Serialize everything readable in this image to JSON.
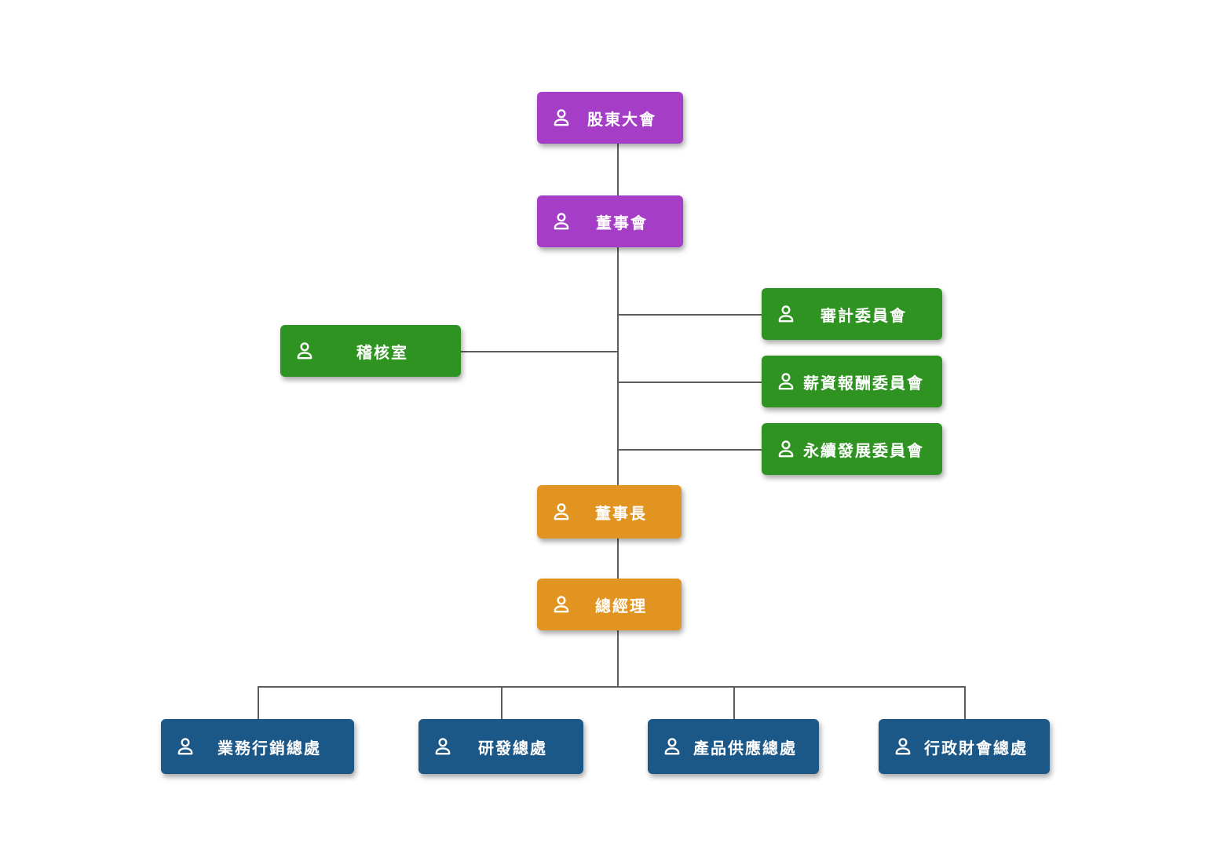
{
  "diagram": {
    "type": "org-chart",
    "background": "#ffffff"
  },
  "colors": {
    "purple": "#a53dc7",
    "green": "#2e9320",
    "orange": "#e19420",
    "blue": "#1b5787",
    "line": "#5c5c5c",
    "text": "#ffffff"
  },
  "nodes": {
    "shareholders": {
      "label": "股東大會",
      "icon": "person-icon",
      "color": "purple"
    },
    "board": {
      "label": "董事會",
      "icon": "person-icon",
      "color": "purple"
    },
    "audit_committee": {
      "label": "審計委員會",
      "icon": "person-icon",
      "color": "green"
    },
    "audit_office": {
      "label": "稽核室",
      "icon": "person-icon",
      "color": "green"
    },
    "compensation_committee": {
      "label": "薪資報酬委員會",
      "icon": "person-icon",
      "color": "green"
    },
    "sustainability_committee": {
      "label": "永續發展委員會",
      "icon": "person-icon",
      "color": "green"
    },
    "chairman": {
      "label": "董事長",
      "icon": "person-icon",
      "color": "orange"
    },
    "general_manager": {
      "label": "總經理",
      "icon": "person-icon",
      "color": "orange"
    },
    "business_marketing_division": {
      "label": "業務行銷總處",
      "icon": "person-icon",
      "color": "blue"
    },
    "rd_division": {
      "label": "研發總處",
      "icon": "person-icon",
      "color": "blue"
    },
    "product_supply_division": {
      "label": "產品供應總處",
      "icon": "person-icon",
      "color": "blue"
    },
    "admin_finance_division": {
      "label": "行政財會總處",
      "icon": "person-icon",
      "color": "blue"
    }
  },
  "edges": [
    [
      "shareholders",
      "board"
    ],
    [
      "board",
      "audit_committee"
    ],
    [
      "board",
      "audit_office"
    ],
    [
      "board",
      "compensation_committee"
    ],
    [
      "board",
      "sustainability_committee"
    ],
    [
      "board",
      "chairman"
    ],
    [
      "chairman",
      "general_manager"
    ],
    [
      "general_manager",
      "business_marketing_division"
    ],
    [
      "general_manager",
      "rd_division"
    ],
    [
      "general_manager",
      "product_supply_division"
    ],
    [
      "general_manager",
      "admin_finance_division"
    ]
  ]
}
